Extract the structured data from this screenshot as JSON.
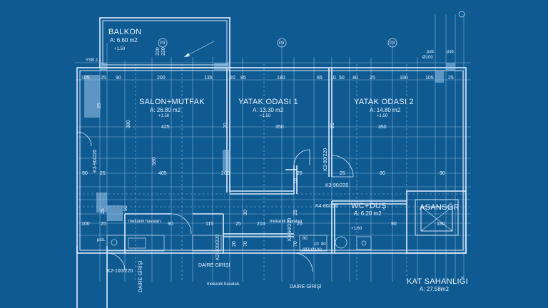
{
  "rooms": {
    "balkon": {
      "name": "BALKON",
      "area": "A: 6.60 m2"
    },
    "salon": {
      "name": "SALON+MUTFAK",
      "area": "A: 26.80 m2"
    },
    "yatak1": {
      "name": "YATAK ODASI 1",
      "area": "A: 13.30 m2"
    },
    "yatak2": {
      "name": "YATAK ODASI 2",
      "area": "A: 14.80 m2"
    },
    "wc": {
      "name": "WC+DUŞ",
      "area": "A: 6.20 m2"
    },
    "asansor": {
      "name": "ASANSÖR"
    },
    "kat": {
      "name": "KAT SAHANLIĞI",
      "area": "A: 27.58m2"
    }
  },
  "level_marks": {
    "balkon": "+1.50",
    "salon": "+1.50",
    "yatak1": "+1.50",
    "yatak2": "+1.50",
    "wc": "+1.60"
  },
  "top_dims": [
    "105",
    "25",
    "90",
    "200",
    "135",
    "20",
    "85",
    "180",
    "85",
    "10",
    "50",
    "80",
    "25",
    "180",
    "105",
    "25"
  ],
  "row_dims": {
    "r1": [
      "425",
      "350",
      "350"
    ],
    "r2": [
      "90",
      "25",
      "405",
      "200",
      "25",
      "25",
      "90",
      "90"
    ],
    "r3": [
      "100",
      "25",
      "90",
      "115",
      "25",
      "210",
      "25",
      "90",
      "180"
    ],
    "side": [
      "25",
      "380",
      "580",
      "90"
    ],
    "misc": [
      "220",
      "20",
      "25",
      "25",
      "30",
      "25",
      "10",
      "70",
      "20",
      "70"
    ]
  },
  "doors": {
    "d1": "K3-90/220",
    "d2": "K3-90/220",
    "d3": "K3-90/220",
    "d4": "K4-80/220",
    "d5": "K2-100/220",
    "d6": "K2-100/220",
    "d7": "K3-90/220"
  },
  "entries": {
    "e1": "DAİRE GİRİŞİ",
    "e2": "DAİRE GİRİŞİ",
    "e3": "DAİRE GİRİŞİ"
  },
  "shafts": {
    "m1": "mekanik havalan.",
    "m2": "mekanik havalan.",
    "m3": "mekanik havalan."
  },
  "tags": {
    "ysb": "YSB 2...",
    "p1": "P3",
    "p2": "P3",
    "p3": "P3",
    "pb": "psb.",
    "pb2": "psb.",
    "pb3": "psb.",
    "pipe1": "Ø100",
    "pipe2": "Ø50",
    "pipe3": "Ø100",
    "box1": "80",
    "box2": "80",
    "box3": "10"
  },
  "colors": {
    "background": "#0f5a91",
    "lines": "#dcecff"
  }
}
